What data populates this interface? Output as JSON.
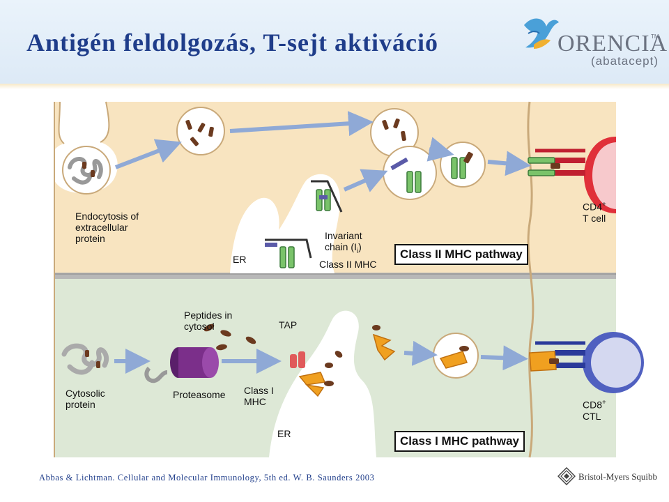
{
  "slide": {
    "title": "Antigén feldolgozás, T-sejt aktiváció",
    "citation": "Abbas & Lichtman. Cellular and Molecular Immunology, 5th ed. W. B. Saunders 2003"
  },
  "logo": {
    "brand": "ORENCIA",
    "trademark": "TM",
    "subtitle": "(abatacept)"
  },
  "footer_logo": {
    "text": "Bristol-Myers Squibb"
  },
  "class2": {
    "endocytosis_label": [
      "Endocytosis of",
      "extracellular",
      "protein"
    ],
    "er_label": "ER",
    "invariant_label": [
      "Invariant",
      "chain (I",
      ")"
    ],
    "invariant_sub": "i",
    "mhc_label": "Class II MHC",
    "pathway_label": "Class II MHC pathway",
    "tcell_label": [
      "CD4",
      "T cell"
    ],
    "tcell_sup": "+"
  },
  "class1": {
    "cytosolic_label": [
      "Cytosolic",
      "protein"
    ],
    "proteasome_label": "Proteasome",
    "peptides_label": [
      "Peptides in",
      "cytosol"
    ],
    "tap_label": "TAP",
    "mhc_label": [
      "Class I",
      "MHC"
    ],
    "er_label": "ER",
    "pathway_label": "Class I MHC pathway",
    "ctl_label": [
      "CD8",
      "CTL"
    ],
    "ctl_sup": "+"
  },
  "colors": {
    "title": "#1f3d8a",
    "upper_panel": "#f8e4c0",
    "lower_panel": "#dde8d6",
    "arrow": "#8fa9d6",
    "peptide": "#6b3a1f",
    "mhc2": "#7ac36a",
    "mhc1": "#f0a020",
    "proteasome": "#7b2f8a",
    "tap": "#e05a5a",
    "cd4_cell": "#e0303a",
    "cd8_cell": "#5060c0"
  }
}
